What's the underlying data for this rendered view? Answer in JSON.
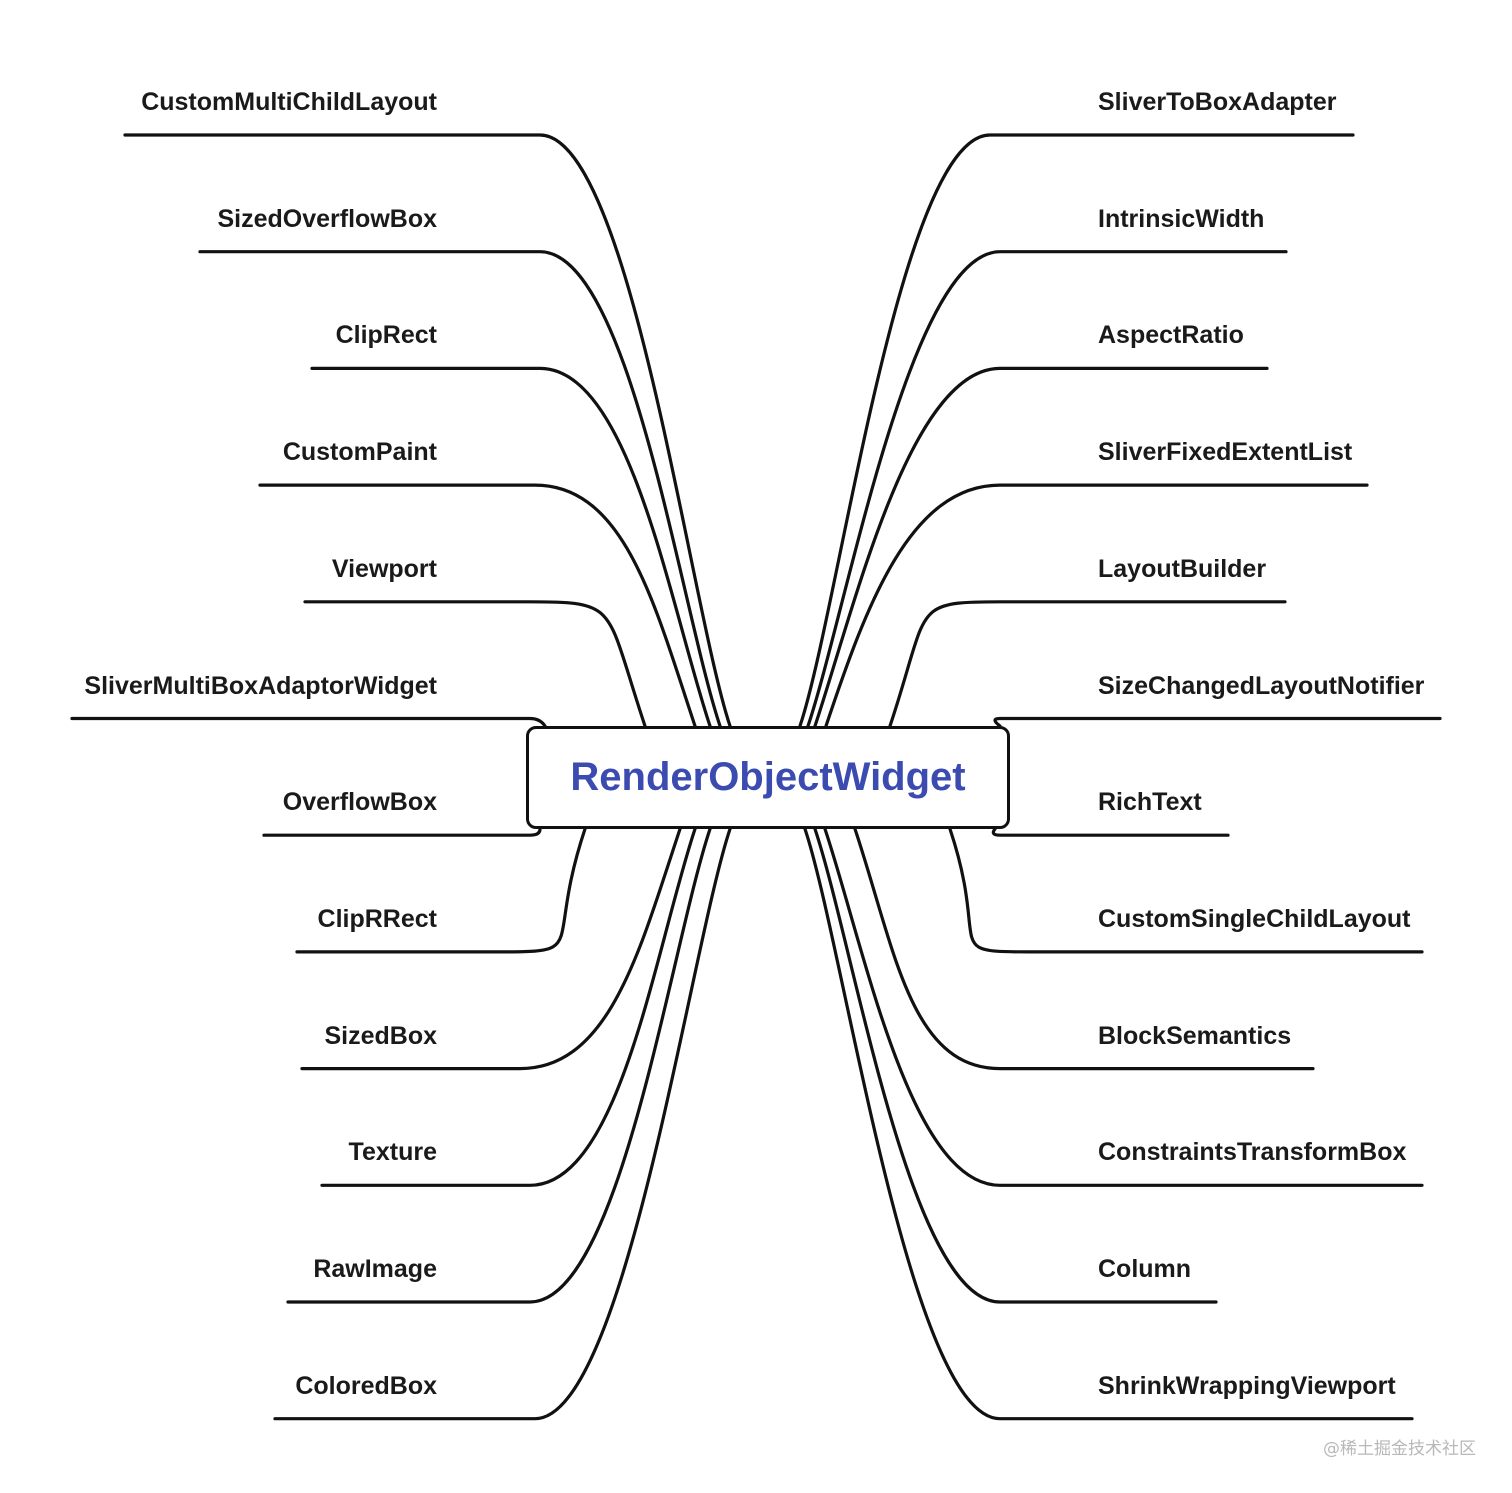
{
  "root": {
    "label": "RenderObjectWidget",
    "color": "#3b4bb0"
  },
  "left_children": [
    "CustomMultiChildLayout",
    "SizedOverflowBox",
    "ClipRect",
    "CustomPaint",
    "Viewport",
    "SliverMultiBoxAdaptorWidget",
    "OverflowBox",
    "ClipRRect",
    "SizedBox",
    "Texture",
    "RawImage",
    "ColoredBox"
  ],
  "right_children": [
    "SliverToBoxAdapter",
    "IntrinsicWidth",
    "AspectRatio",
    "SliverFixedExtentList",
    "LayoutBuilder",
    "SizeChangedLayoutNotifier",
    "RichText",
    "CustomSingleChildLayout",
    "BlockSemantics",
    "ConstraintsTransformBox",
    "Column",
    "ShrinkWrappingViewport"
  ],
  "watermark": "@稀土掘金技术社区",
  "line_color": "#111111"
}
